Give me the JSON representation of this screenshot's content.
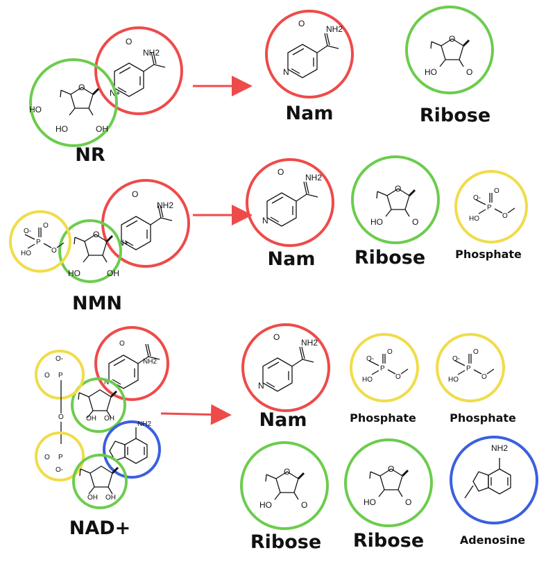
{
  "colors": {
    "nam": "#ef4a4a",
    "ribose": "#6ccc4d",
    "phosphate": "#f0dc4a",
    "adenosine": "#3b5fe0",
    "arrow": "#ef4a4a"
  },
  "atoms": {
    "o": "O",
    "nh2": "NH2",
    "n": "N",
    "n_plus": "N+",
    "ho": "HO",
    "oh": "OH",
    "o_minus": "O-",
    "p": "P"
  },
  "rows": [
    {
      "molecule": "NR",
      "components": [
        "Nam",
        "Ribose"
      ]
    },
    {
      "molecule": "NMN",
      "components": [
        "Nam",
        "Ribose",
        "Phosphate"
      ]
    },
    {
      "molecule": "NAD+",
      "components": [
        "Nam",
        "Phosphate",
        "Phosphate",
        "Ribose",
        "Ribose",
        "Adenosine"
      ]
    }
  ]
}
